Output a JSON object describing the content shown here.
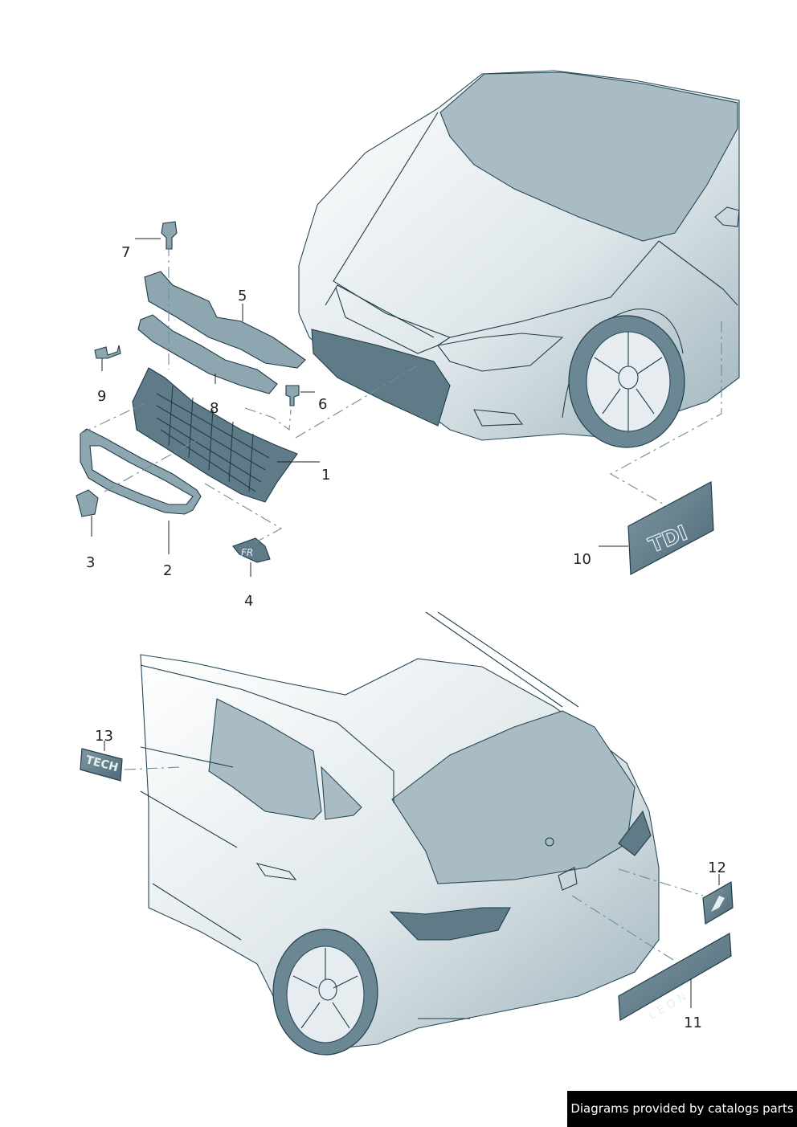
{
  "callouts": [
    {
      "id": "1",
      "label": "1"
    },
    {
      "id": "2",
      "label": "2"
    },
    {
      "id": "3",
      "label": "3"
    },
    {
      "id": "4",
      "label": "4"
    },
    {
      "id": "5",
      "label": "5"
    },
    {
      "id": "6",
      "label": "6"
    },
    {
      "id": "7",
      "label": "7"
    },
    {
      "id": "8",
      "label": "8"
    },
    {
      "id": "9",
      "label": "9"
    },
    {
      "id": "10",
      "label": "10"
    },
    {
      "id": "11",
      "label": "11"
    },
    {
      "id": "12",
      "label": "12"
    },
    {
      "id": "13",
      "label": "13"
    }
  ],
  "badges": {
    "tdi": "TDI",
    "leon": "L E O N",
    "tech": "TECH",
    "fr": "FR"
  },
  "footer": {
    "credit": "Diagrams provided by catalogs parts"
  },
  "colors": {
    "part_fill": "#8ea6b0",
    "outline": "#1e3d4a",
    "footer_bg": "#000000",
    "footer_text": "#ffffff"
  }
}
